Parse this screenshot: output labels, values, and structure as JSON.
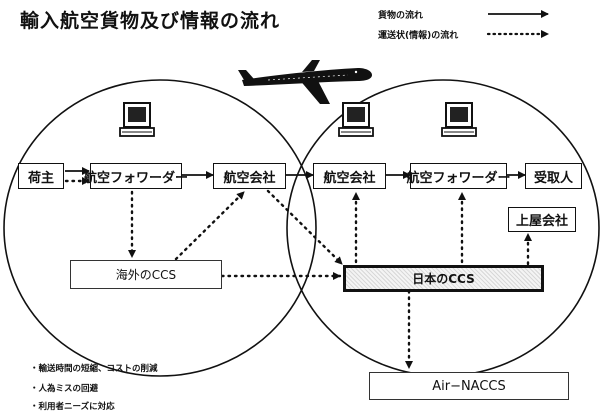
{
  "title": "輸入航空貨物及び情報の流れ",
  "legend": {
    "cargo_flow": "貨物の流れ",
    "info_flow": "運送状(情報)の流れ"
  },
  "nodes": {
    "shipper": "荷主",
    "forwarder_origin": "航空フォワーダー",
    "airline_origin": "航空会社",
    "airline_dest": "航空会社",
    "forwarder_dest": "航空フォワーダー",
    "consignee": "受取人",
    "ground_handler": "上屋会社",
    "overseas_ccs": "海外のCCS",
    "japan_ccs": "日本のCCS",
    "air_naccs": "Air−NACCS"
  },
  "notes": [
    "・輸送時間の短縮、コストの削減",
    "・人為ミスの回避",
    "・利用者ニーズに対応"
  ],
  "icons": {
    "airplane": "airplane-icon",
    "computer": "computer-terminal-icon"
  }
}
